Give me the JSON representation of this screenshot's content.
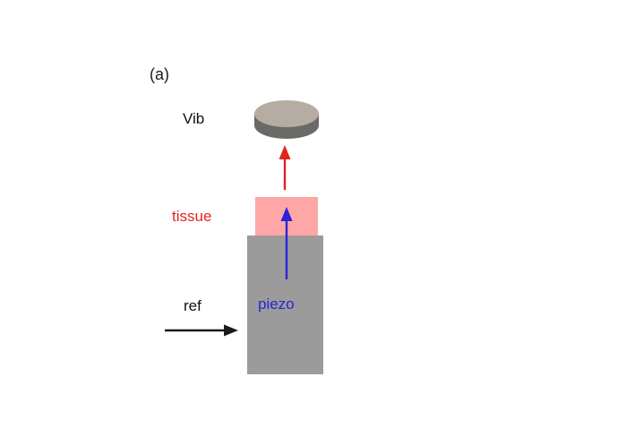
{
  "figure": {
    "panel_label": "(a)",
    "labels": {
      "vib": {
        "text": "Vib",
        "color": "#111111"
      },
      "tissue": {
        "text": "tissue",
        "color": "#e0241f"
      },
      "piezo": {
        "text": "piezo",
        "color": "#2a23d8"
      },
      "ref": {
        "text": "ref",
        "color": "#111111"
      }
    },
    "colors": {
      "background": "#ffffff",
      "tissue_block": "#ffa6a6",
      "piezo_block": "#9b9b9b",
      "disc_top": "#b6ada2",
      "disc_side": "#6b6a66",
      "vib_arrow": "#e0241f",
      "piezo_arrow": "#2a23d8",
      "ref_arrow": "#1a1a1a"
    }
  }
}
